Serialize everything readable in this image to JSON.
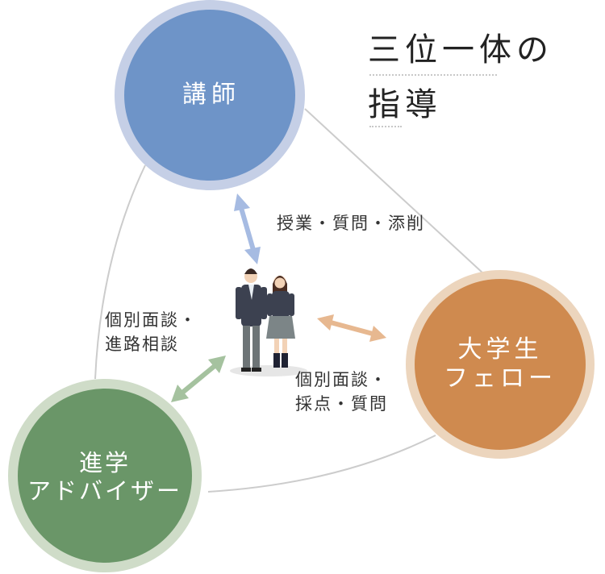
{
  "title": {
    "line1": "三位一体の",
    "line2": "指導"
  },
  "nodes": {
    "lecturer": {
      "label": "講師",
      "fill": "#6e94c8",
      "ring": "#c5cfe6"
    },
    "fellow": {
      "line1": "大学生",
      "line2": "フェロー",
      "fill": "#cf8a4f",
      "ring": "#ecd5bd"
    },
    "advisor": {
      "line1": "進学",
      "line2": "アドバイザー",
      "fill": "#6a9668",
      "ring": "#cfdcc8"
    }
  },
  "links": {
    "lecturer": {
      "line1": "授業・質問・添削",
      "color": "#a6bbe2"
    },
    "fellow": {
      "line1": "個別面談・",
      "line2": "採点・質問",
      "color": "#e7b890"
    },
    "advisor": {
      "line1": "個別面談・",
      "line2": "進路相談",
      "color": "#a5c29f"
    }
  },
  "center": {
    "icon": "students-icon"
  }
}
